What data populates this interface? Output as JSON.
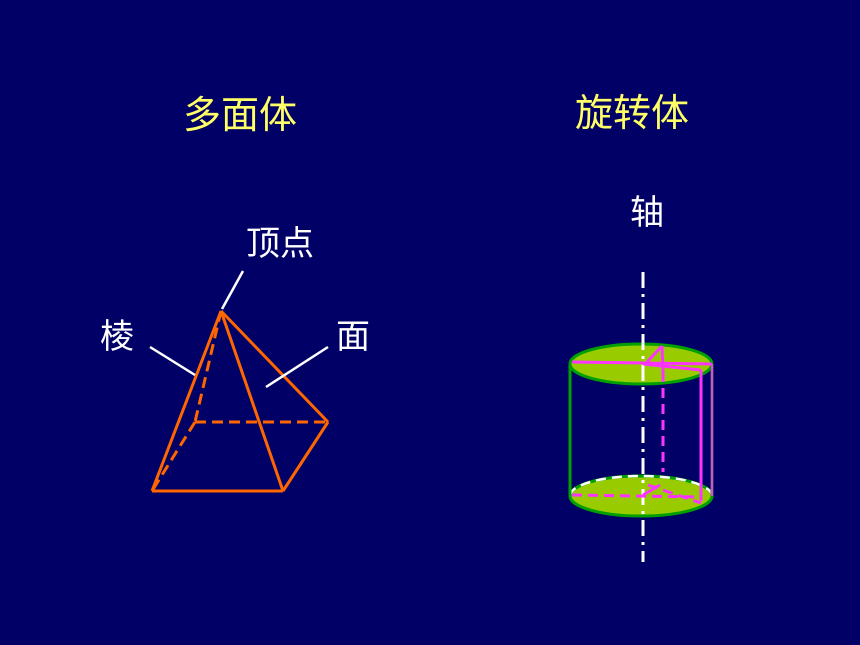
{
  "slide": {
    "left_title": "多面体",
    "right_title": "旋转体"
  },
  "polyhedron": {
    "vertex_label": "顶点",
    "edge_label": "棱",
    "face_label": "面"
  },
  "solid_of_revolution": {
    "axis_label": "轴"
  },
  "colors": {
    "background": "#000066",
    "title": "#FFFF66",
    "label": "#FFFFFF",
    "pyramid_edge": "#FF6600",
    "cylinder_side": "#00A000",
    "cylinder_face": "#99CC00",
    "rotation_rect": "#FF33FF",
    "axis": "#FFFFFF"
  }
}
